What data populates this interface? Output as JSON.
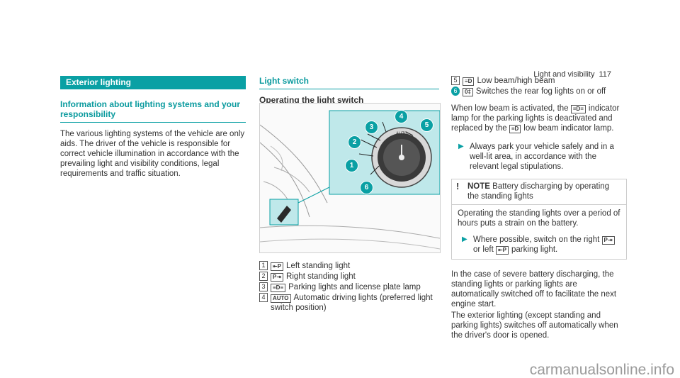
{
  "header": {
    "section": "Light and visibility",
    "page_number": "117"
  },
  "left": {
    "section_bar": "Exterior lighting",
    "heading": "Information about lighting systems and your responsibility",
    "body": "The various lighting systems of the vehicle are only aids. The driver of the vehicle is responsible for correct vehicle illumination in accordance with the prevailing light and visibility conditions, legal requirements and traffic situation."
  },
  "middle": {
    "heading": "Light switch",
    "subheading": "Operating the light switch",
    "figure_callouts": [
      "1",
      "2",
      "3",
      "4",
      "5",
      "6"
    ],
    "switch_label": "AUTO",
    "legend": [
      {
        "num": "1",
        "symbol": "⇤P",
        "text": "Left standing light"
      },
      {
        "num": "2",
        "symbol": "P⇥",
        "text": "Right standing light"
      },
      {
        "num": "3",
        "symbol": "≡D≡",
        "text": "Parking lights and license plate lamp"
      },
      {
        "num": "4",
        "symbol": "AUTO",
        "text": "Automatic driving lights (preferred light switch position)"
      }
    ]
  },
  "right": {
    "legend": [
      {
        "num": "5",
        "symbol": "≡D",
        "text": "Low beam/high beam"
      },
      {
        "num": "6",
        "symbol": "0‡",
        "text": "Switches the rear fog lights on or off"
      }
    ],
    "para1_a": "When low beam is activated, the",
    "para1_sym1": "≡D≡",
    "para1_b": "indicator lamp for the parking lights is deactivated and replaced by the",
    "para1_sym2": "≡D",
    "para1_c": "low beam indicator lamp.",
    "bullet1": "Always park your vehicle safely and in a well-lit area, in accordance with the relevant legal stipulations.",
    "note": {
      "label": "NOTE",
      "title": "Battery discharging by operating the standing lights",
      "body": "Operating the standing lights over a period of hours puts a strain on the battery.",
      "bullet_a": "Where possible, switch on the right",
      "bullet_sym1": "P⇥",
      "bullet_b": "or left",
      "bullet_sym2": "⇤P",
      "bullet_c": "parking light."
    },
    "para2": "In the case of severe battery discharging, the standing lights or parking lights are automatically switched off to facilitate the next engine start.",
    "para3": "The exterior lighting (except standing and parking lights) switches off automatically when the driver's door is opened."
  },
  "footer": {
    "watermark": "carmanualsonline.info"
  },
  "colors": {
    "accent": "#0aa0a4"
  }
}
